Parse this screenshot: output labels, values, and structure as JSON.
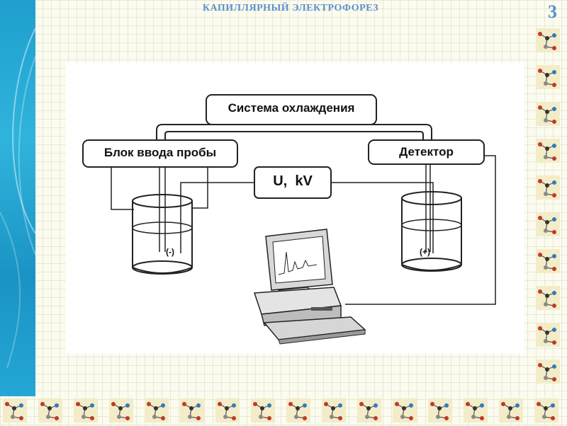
{
  "header": {
    "title": "КАПИЛЛЯРНЫЙ ЭЛЕКТРОФОРЕЗ",
    "slide_number": "3"
  },
  "diagram": {
    "cooling_label": "Система охлаждения",
    "injection_label": "Блок ввода пробы",
    "detector_label": "Детектор",
    "voltage_label": "U,  kV",
    "cathode_label": "(-)",
    "anode_label": "(+)"
  },
  "colors": {
    "title": "#5b8fc9",
    "band": "#1f9fce",
    "background": "#fbfbef"
  },
  "icons": [
    "molecule-icon",
    "computer-icon"
  ]
}
